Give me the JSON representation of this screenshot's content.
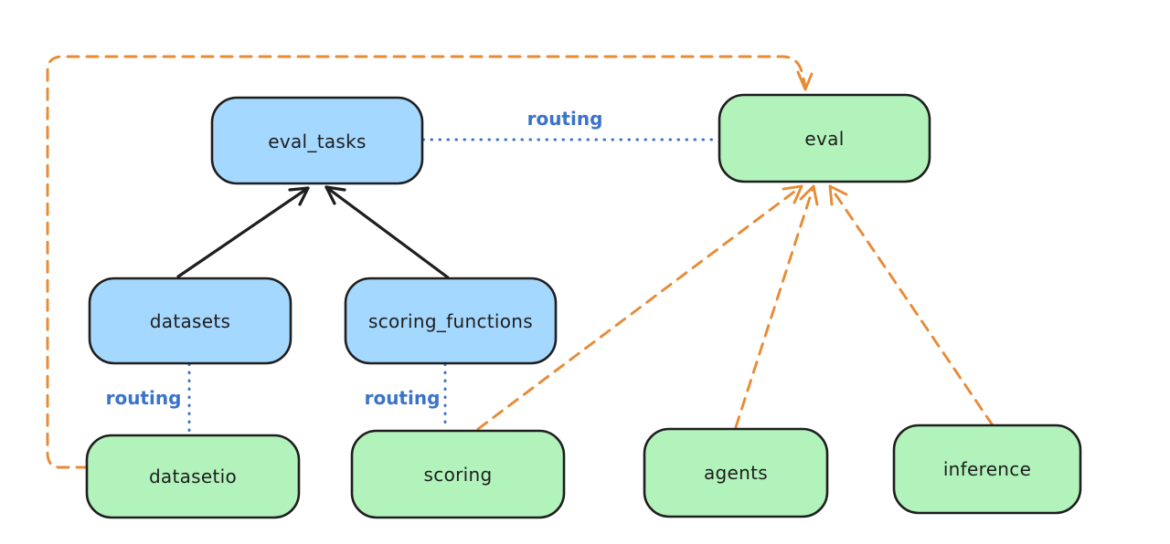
{
  "diagram": {
    "background": "#ffffff",
    "colors": {
      "node_border": "#1e1e1e",
      "registry_fill_blue": "#a5d8ff",
      "provider_fill_green": "#b2f2bb",
      "routing_blue": "#3b73c9",
      "dashed_orange": "#e78b35",
      "solid_arrow_black": "#1e1e1e"
    },
    "nodes": {
      "eval_tasks": {
        "label": "eval_tasks",
        "fill": "#a5d8ff"
      },
      "eval": {
        "label": "eval",
        "fill": "#b2f2bb"
      },
      "datasets": {
        "label": "datasets",
        "fill": "#a5d8ff"
      },
      "scoring_functions": {
        "label": "scoring_functions",
        "fill": "#a5d8ff"
      },
      "datasetio": {
        "label": "datasetio",
        "fill": "#b2f2bb"
      },
      "scoring": {
        "label": "scoring",
        "fill": "#b2f2bb"
      },
      "agents": {
        "label": "agents",
        "fill": "#b2f2bb"
      },
      "inference": {
        "label": "inference",
        "fill": "#b2f2bb"
      }
    },
    "edges": [
      {
        "from": "datasets",
        "to": "eval_tasks",
        "style": "solid-arrow",
        "color": "#1e1e1e",
        "label": ""
      },
      {
        "from": "scoring_functions",
        "to": "eval_tasks",
        "style": "solid-arrow",
        "color": "#1e1e1e",
        "label": ""
      },
      {
        "from": "eval_tasks",
        "to": "eval",
        "style": "dotted",
        "color": "#3b73c9",
        "label": "routing"
      },
      {
        "from": "datasets",
        "to": "datasetio",
        "style": "dotted",
        "color": "#3b73c9",
        "label": "routing"
      },
      {
        "from": "scoring_functions",
        "to": "scoring",
        "style": "dotted",
        "color": "#3b73c9",
        "label": "routing"
      },
      {
        "from": "datasetio",
        "to": "eval",
        "style": "dashed-arrow",
        "color": "#e78b35",
        "label": ""
      },
      {
        "from": "scoring",
        "to": "eval",
        "style": "dashed-arrow",
        "color": "#e78b35",
        "label": ""
      },
      {
        "from": "agents",
        "to": "eval",
        "style": "dashed-arrow",
        "color": "#e78b35",
        "label": ""
      },
      {
        "from": "inference",
        "to": "eval",
        "style": "dashed-arrow",
        "color": "#e78b35",
        "label": ""
      }
    ]
  }
}
